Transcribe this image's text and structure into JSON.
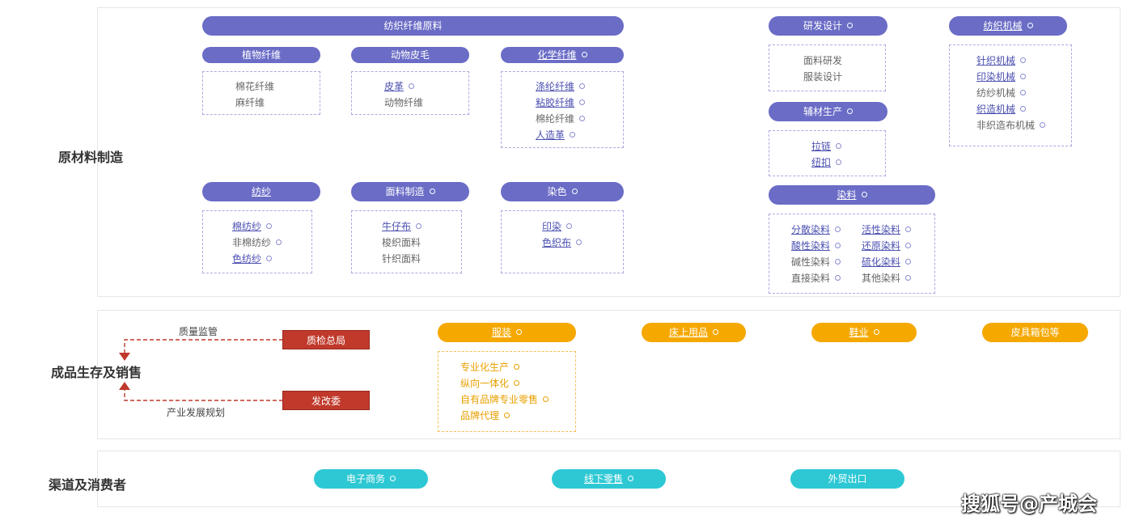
{
  "sections": {
    "raw": "原材料制造",
    "finished": "成品生存及销售",
    "channel": "渠道及消费者"
  },
  "raw": {
    "main_header": "纺织纤维原料",
    "plant": {
      "header": "植物纤维",
      "items": [
        "棉花纤维",
        "麻纤维"
      ]
    },
    "animal": {
      "header": "动物皮毛",
      "items": [
        "皮革",
        "动物纤维"
      ]
    },
    "chemical": {
      "header": "化学纤维",
      "items": [
        "涤纶纤维",
        "粘胶纤维",
        "棉纶纤维",
        "人造革"
      ]
    },
    "spinning": {
      "header": "纺纱",
      "items": [
        "棉纺纱",
        "非棉纺纱",
        "色纺纱"
      ]
    },
    "fabric": {
      "header": "面料制造",
      "items": [
        "牛仔布",
        "梭织面料",
        "针织面料"
      ]
    },
    "dyeing": {
      "header": "染色",
      "items": [
        "印染",
        "色织布"
      ]
    },
    "rd": {
      "header": "研发设计",
      "items": [
        "面料研发",
        "服装设计"
      ]
    },
    "accessory": {
      "header": "辅材生产",
      "items": [
        "拉链",
        "纽扣"
      ]
    },
    "dyes": {
      "header": "染料",
      "items": [
        "分散染料",
        "活性染料",
        "酸性染料",
        "还原染料",
        "碱性染料",
        "硫化染料",
        "直接染料",
        "其他染料"
      ]
    },
    "machinery": {
      "header": "纺织机械",
      "items": [
        "针织机械",
        "印染机械",
        "纺纱机械",
        "织造机械",
        "非织造布机械"
      ]
    }
  },
  "finished": {
    "quality_label": "质量监管",
    "quality_box": "质检总局",
    "planning_label": "产业发展规划",
    "planning_box": "发改委",
    "categories": [
      "服装",
      "床上用品",
      "鞋业",
      "皮具箱包等"
    ],
    "apparel_items": [
      "专业化生产",
      "纵向一体化",
      "自有品牌专业零售",
      "品牌代理"
    ]
  },
  "channel": {
    "items": [
      "电子商务",
      "线下零售",
      "外贸出口"
    ]
  },
  "watermark": "搜狐号@产城会",
  "colors": {
    "purple": "#6a6cc6",
    "orange": "#f5a800",
    "teal": "#2ec8d4",
    "red": "#c0392b"
  }
}
